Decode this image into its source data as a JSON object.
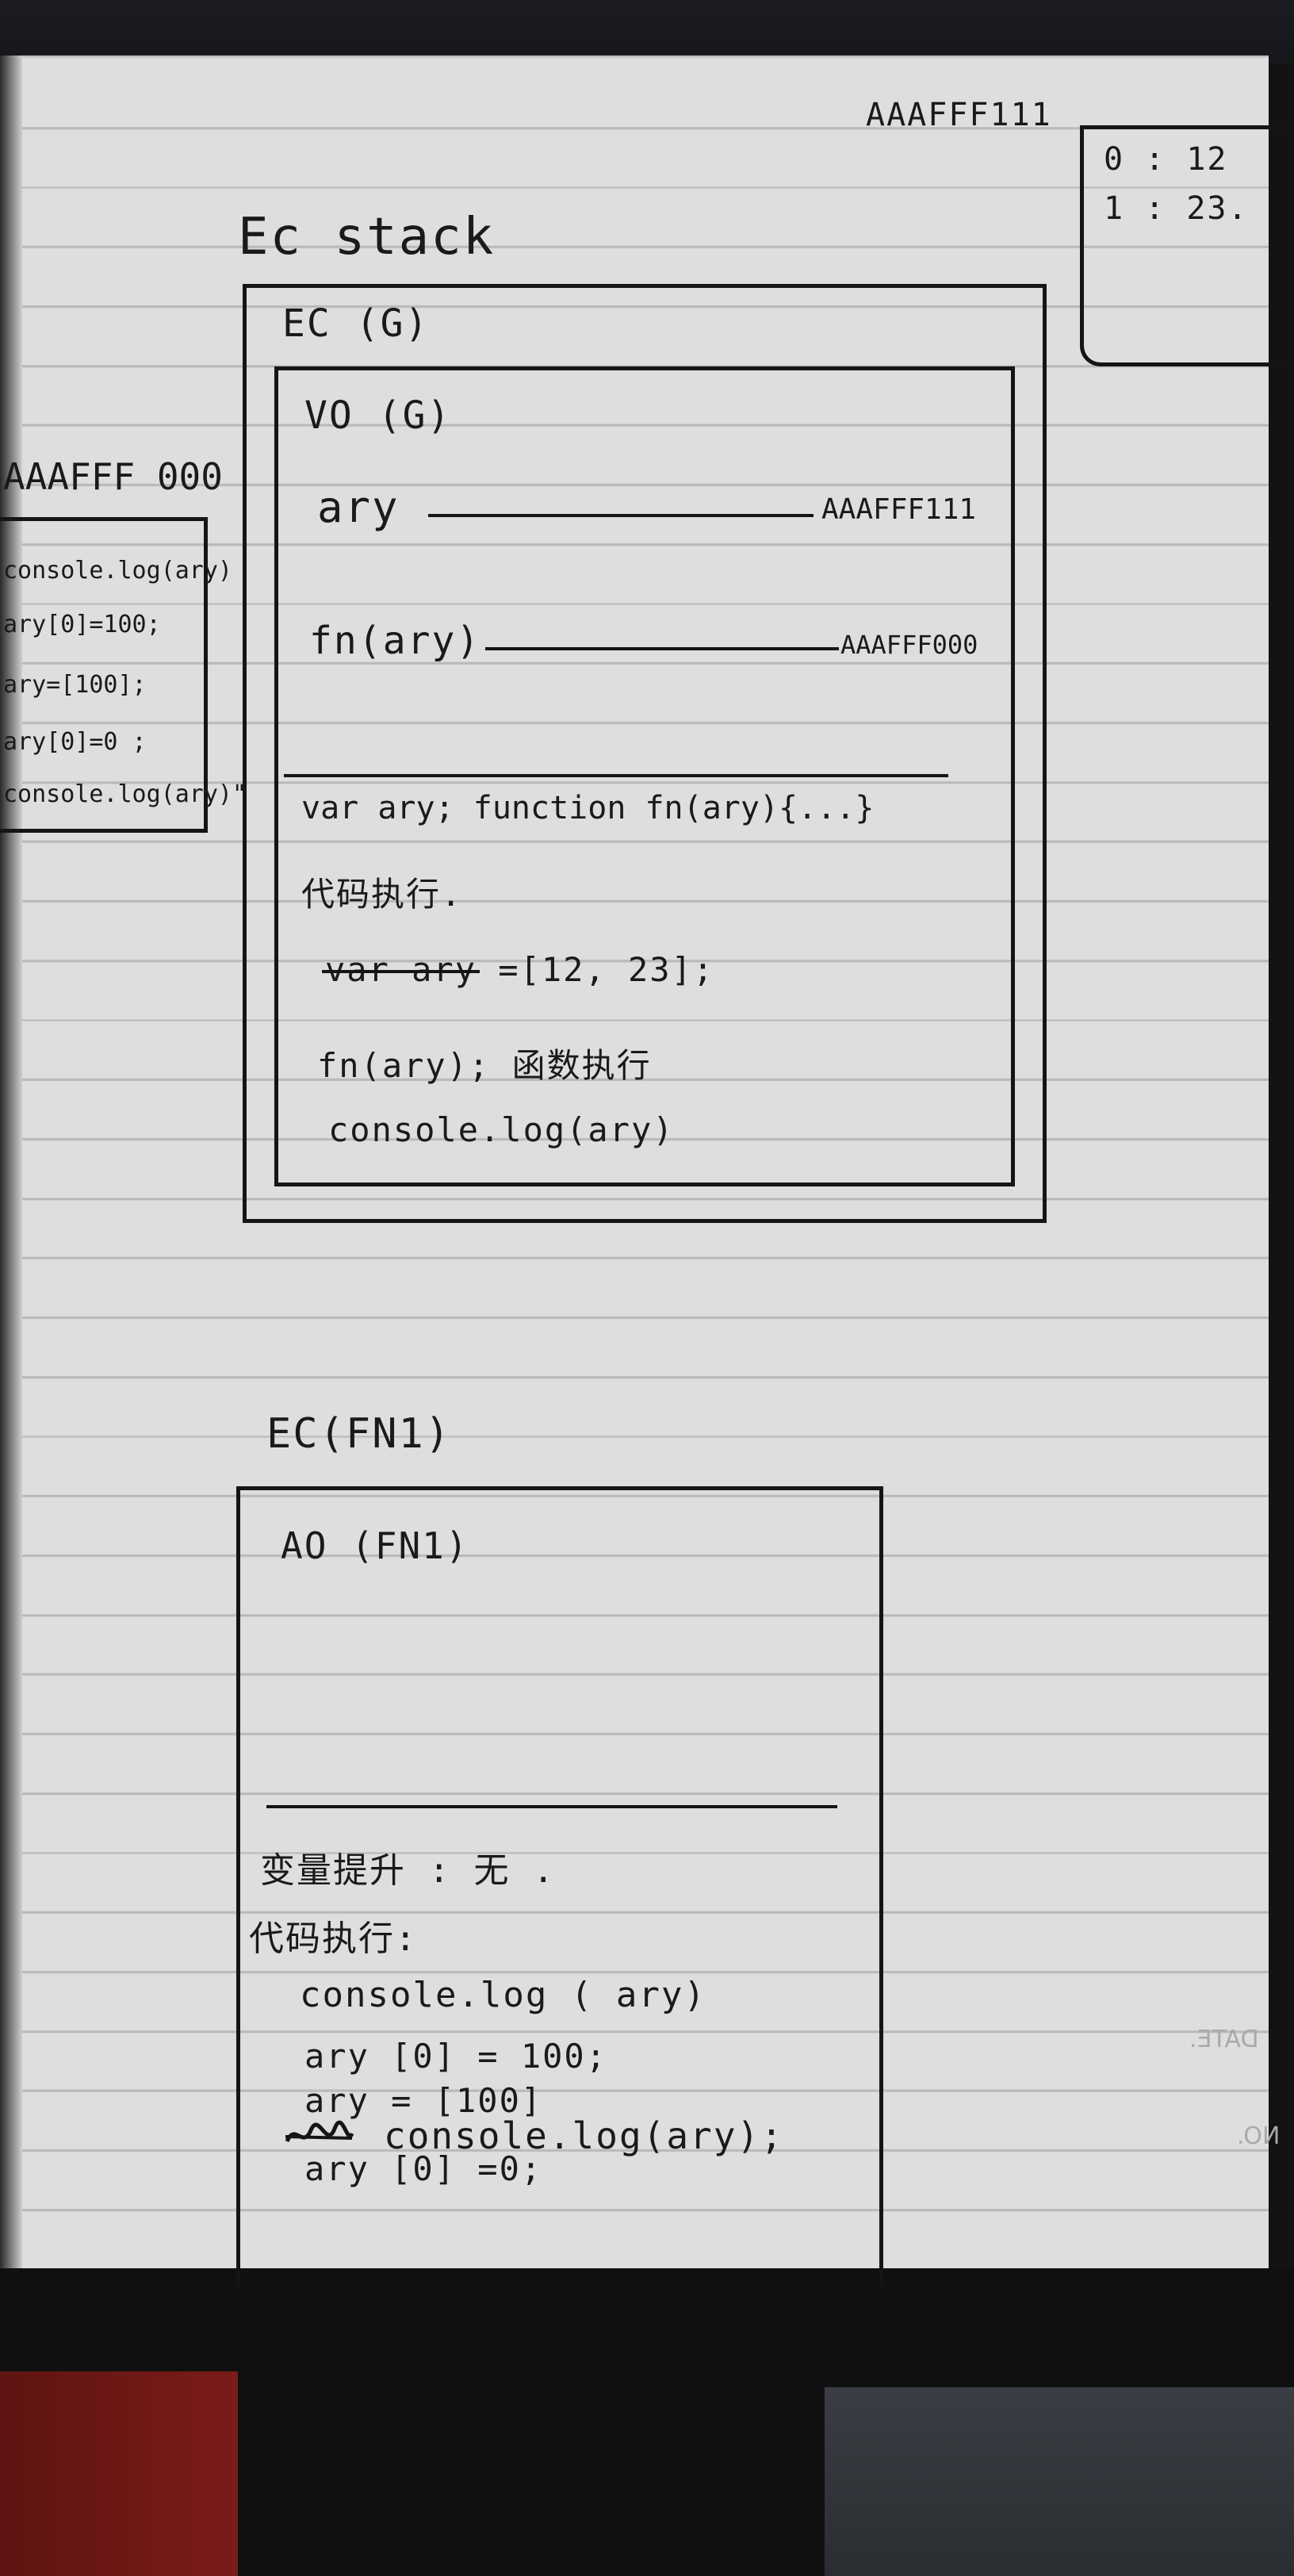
{
  "note": {
    "corner_address": "AAAFFF111",
    "corner_box_lines": [
      "0 : 12",
      "1 : 23."
    ],
    "ec_stack_title": "Ec stack",
    "ec_g_label": "EC (G)",
    "vo_label": "VO (G)",
    "vo_rows": [
      {
        "name": "ary",
        "address": "AAAFFF111"
      },
      {
        "name": "fn(ary)",
        "address": "AAAFFF000"
      }
    ],
    "global_lines": {
      "hoist": "var ary;  function fn(ary){...}",
      "exec_title": "代码执行.",
      "struck_text": "var ary",
      "assign_rest": " =[12, 23];",
      "call": "fn(ary); 函数执行",
      "log": "console.log(ary)"
    },
    "left_address": "AAAFFF 000",
    "left_box_lines": [
      "console.log(ary)",
      "ary[0]=100;",
      "ary=[100];",
      "ary[0]=0 ;",
      "console.log(ary)\""
    ],
    "ec_fn1_label": "EC(FN1)",
    "ao_label": "AO (FN1)",
    "fn1_lines": {
      "hoist": "变量提升 : 无 .",
      "exec_title": "代码执行:",
      "code": [
        "console.log ( ary)",
        "ary [0] = 100;",
        "ary = [100]",
        "ary [0] =0;",
        "console.log(ary);"
      ]
    },
    "faint_page_marks": [
      "DATE.",
      "NO."
    ]
  }
}
